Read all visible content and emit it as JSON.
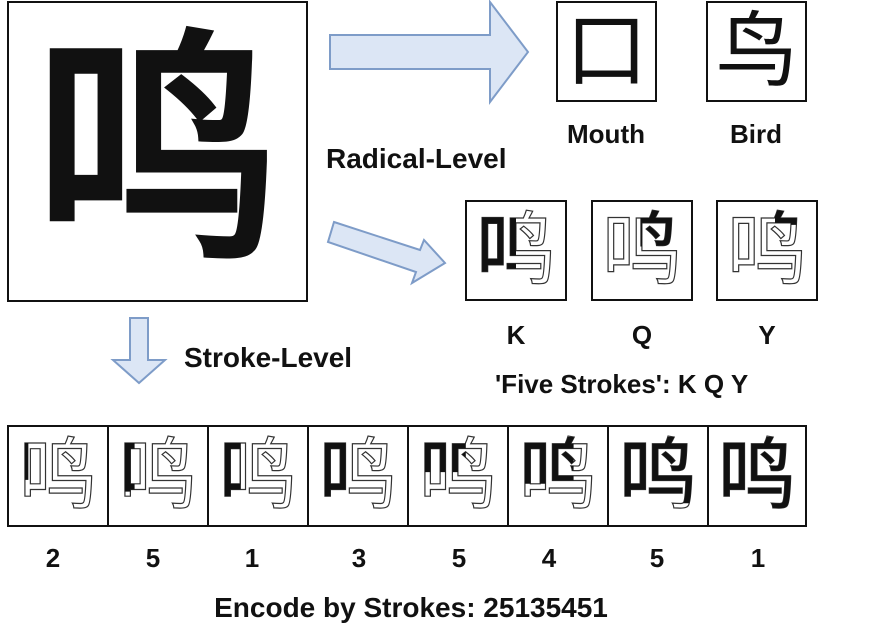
{
  "main_character": {
    "glyph": "鸣"
  },
  "radical_level": {
    "label": "Radical-Level",
    "radicals": [
      {
        "glyph": "口",
        "name": "Mouth"
      },
      {
        "glyph": "鸟",
        "name": "Bird"
      }
    ]
  },
  "five_strokes": {
    "glyph": "鸣",
    "codes": [
      "K",
      "Q",
      "Y"
    ],
    "caption": "'Five Strokes': K Q Y"
  },
  "stroke_level": {
    "label": "Stroke-Level",
    "glyph": "鸣",
    "codes": [
      "2",
      "5",
      "1",
      "3",
      "5",
      "4",
      "5",
      "1"
    ],
    "caption": "Encode by Strokes:  25135451"
  },
  "colors": {
    "arrow_fill": "#dce6f5",
    "arrow_stroke": "#7e9cc8",
    "border": "#111111"
  }
}
